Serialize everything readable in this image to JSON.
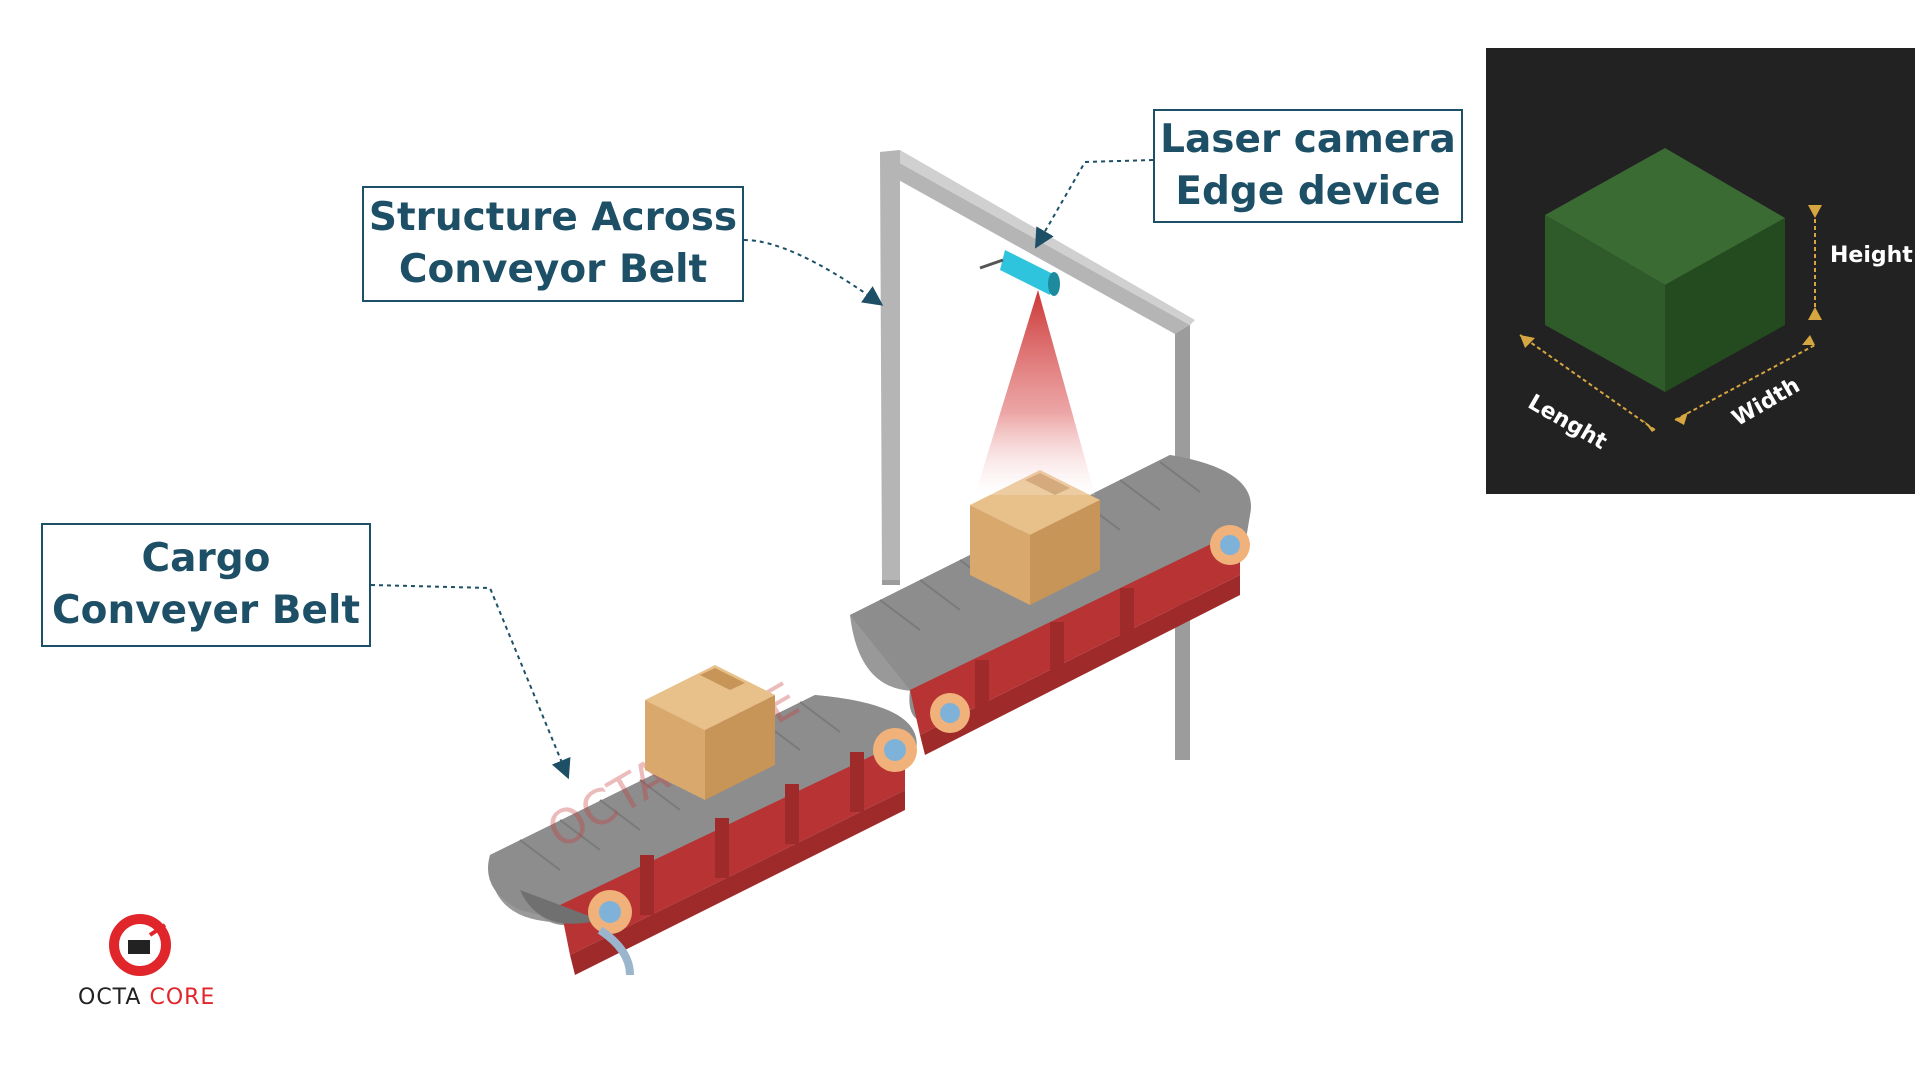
{
  "callouts": {
    "structure": {
      "line1": "Structure Across",
      "line2": "Conveyor Belt"
    },
    "laser": {
      "line1": "Laser camera",
      "line2": "Edge device"
    },
    "cargo": {
      "line1": "Cargo",
      "line2": "Conveyer Belt"
    }
  },
  "dimensions": {
    "height": "Height",
    "length": "Lenght",
    "width": "Width"
  },
  "watermark": "OCTA CORE",
  "logo": {
    "word1": "OCTA",
    "word2": "CORE"
  },
  "colors": {
    "callout": "#1d4f66",
    "frame": "#b5b5b5",
    "belt": "#8c8c8c",
    "belt_side": "#b83333",
    "box": "#d9a86c",
    "laser": "#d23b3b",
    "camera": "#2ec4dd",
    "cube": "#2f5a2a",
    "dim_arrow": "#d6a640",
    "panel_bg": "#222222",
    "brand_red": "#e0262b"
  }
}
